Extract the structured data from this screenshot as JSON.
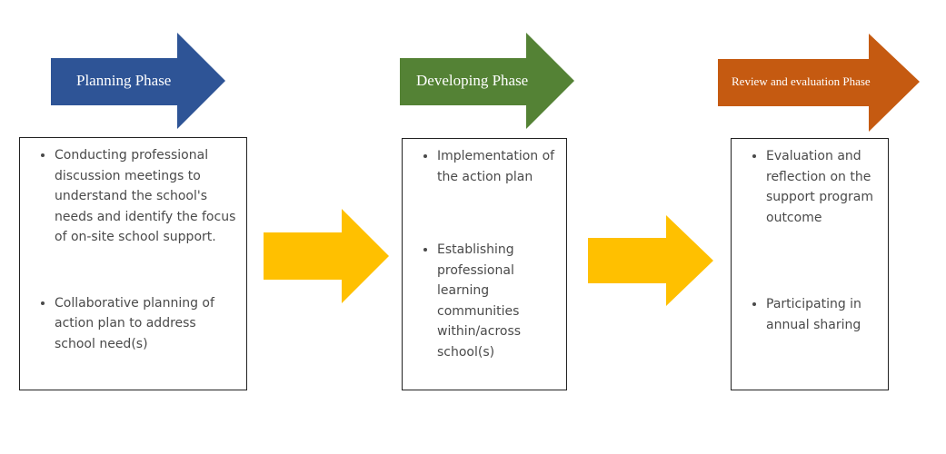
{
  "colors": {
    "planning": "#2E5496",
    "developing": "#548235",
    "review": "#C55A11",
    "connector": "#FFC000"
  },
  "phases": [
    {
      "title": "Planning Phase",
      "items": [
        "Conducting professional discussion meetings to understand the school's needs and identify the focus of on-site school support.",
        "Collaborative planning of action plan to address school need(s)"
      ]
    },
    {
      "title": "Developing Phase",
      "items": [
        "Implementation of the action plan",
        "Establishing professional learning communities within/across school(s)"
      ]
    },
    {
      "title": "Review and evaluation Phase",
      "items": [
        "Evaluation and reflection on the support program outcome",
        "Participating in annual sharing"
      ]
    }
  ]
}
